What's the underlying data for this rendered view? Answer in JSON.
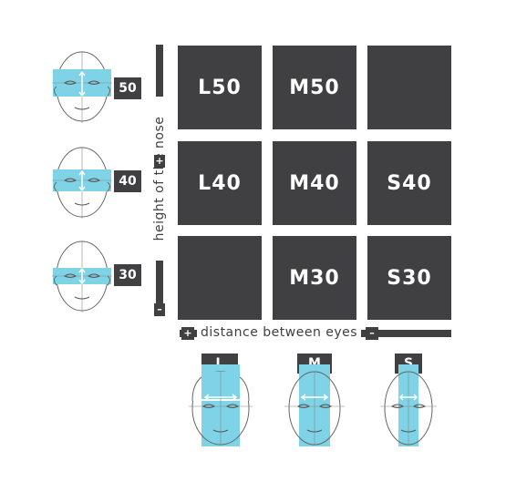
{
  "grid": {
    "row_50": [
      "L50",
      "M50",
      ""
    ],
    "row_40": [
      "L40",
      "M40",
      "S40"
    ],
    "row_30": [
      "",
      "M30",
      "S30"
    ]
  },
  "axes": {
    "vertical_label": "height of the nose",
    "horizontal_label": "distance between eyes",
    "plus": "+",
    "minus": "–"
  },
  "nose_heights": [
    "50",
    "40",
    "30"
  ],
  "eye_distances": [
    "L",
    "M",
    "S"
  ],
  "colors": {
    "cell": "#404043",
    "highlight": "#7fd3e6",
    "line": "#555555"
  }
}
